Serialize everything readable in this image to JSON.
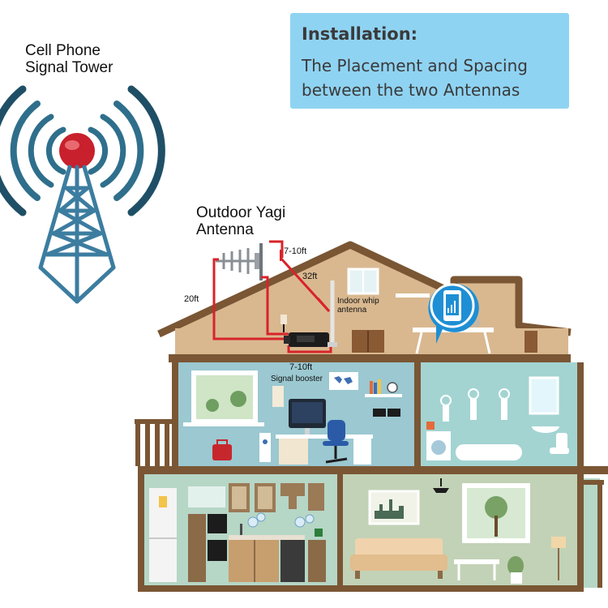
{
  "tower": {
    "label": "Cell Phone\nSignal Tower"
  },
  "installation": {
    "title": "Installation:",
    "body": "The Placement and Spacing between the two Antennas"
  },
  "outdoor_antenna": {
    "label": "Outdoor Yagi\nAntenna"
  },
  "measurements": {
    "top_spacing": "7-10ft",
    "diagonal_spacing": "32ft",
    "vertical_cable": "20ft",
    "booster_spacing": "7-10ft"
  },
  "components": {
    "indoor_antenna": "Indoor whip\nantenna",
    "booster": "Signal booster"
  },
  "colors": {
    "info_box": "#8fd3f2",
    "cable_red": "#d8232a",
    "tower_blue": "#2f6f8c",
    "roof_brown": "#7a5634",
    "wall_tan": "#d9b890"
  }
}
